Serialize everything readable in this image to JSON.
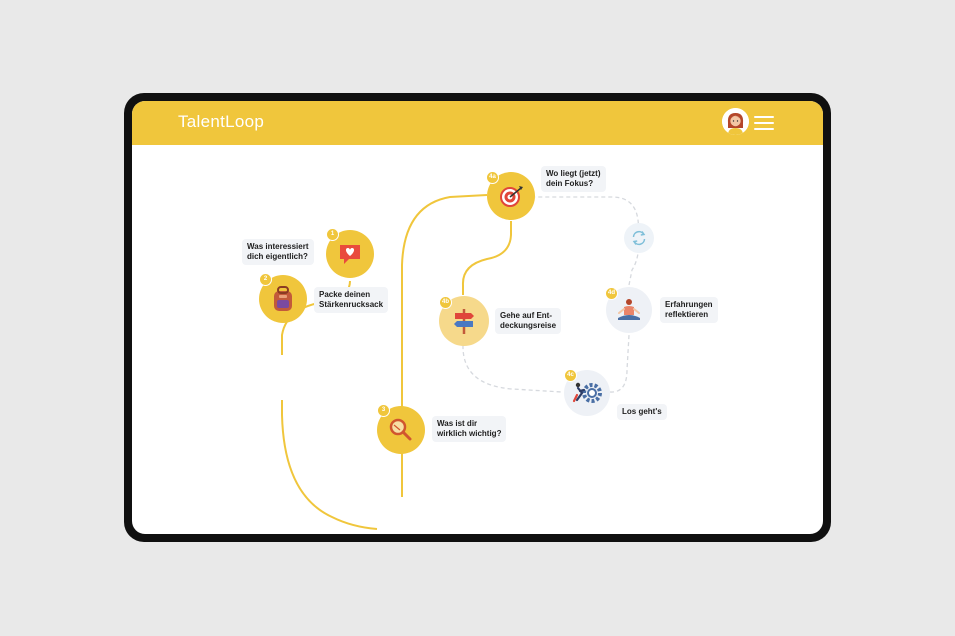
{
  "app": {
    "logo": "TalentLoop"
  },
  "header": {
    "avatar_icon": "avatar-woman-icon",
    "menu_icon": "hamburger-menu-icon"
  },
  "steps": [
    {
      "id": "1",
      "badge": "1",
      "label": "Was interessiert\ndich eigentlich?",
      "icon": "heart-speech-bubble-icon"
    },
    {
      "id": "2",
      "badge": "2",
      "label": "Packe deinen\nStärkenrucksack",
      "icon": "backpack-icon"
    },
    {
      "id": "3",
      "badge": "3",
      "label": "Was ist dir\nwirklich wichtig?",
      "icon": "magnifier-icon"
    },
    {
      "id": "4a",
      "badge": "4a",
      "label": "Wo liegt (jetzt)\ndein Fokus?",
      "icon": "target-icon"
    },
    {
      "id": "4b",
      "badge": "4b",
      "label": "Gehe auf Ent-\ndeckungsreise",
      "icon": "signpost-icon"
    },
    {
      "id": "4c",
      "badge": "4c",
      "label": "Los geht's",
      "icon": "gear-push-icon"
    },
    {
      "id": "4d",
      "badge": "4d",
      "label": "Erfahrungen\nreflektieren",
      "icon": "meditation-icon"
    }
  ],
  "cycle_icon": "refresh-cycle-icon",
  "colors": {
    "accent": "#f0c63c",
    "accent_light": "#f6d98b",
    "dashed": "#d6d9de",
    "device": "#101010"
  }
}
